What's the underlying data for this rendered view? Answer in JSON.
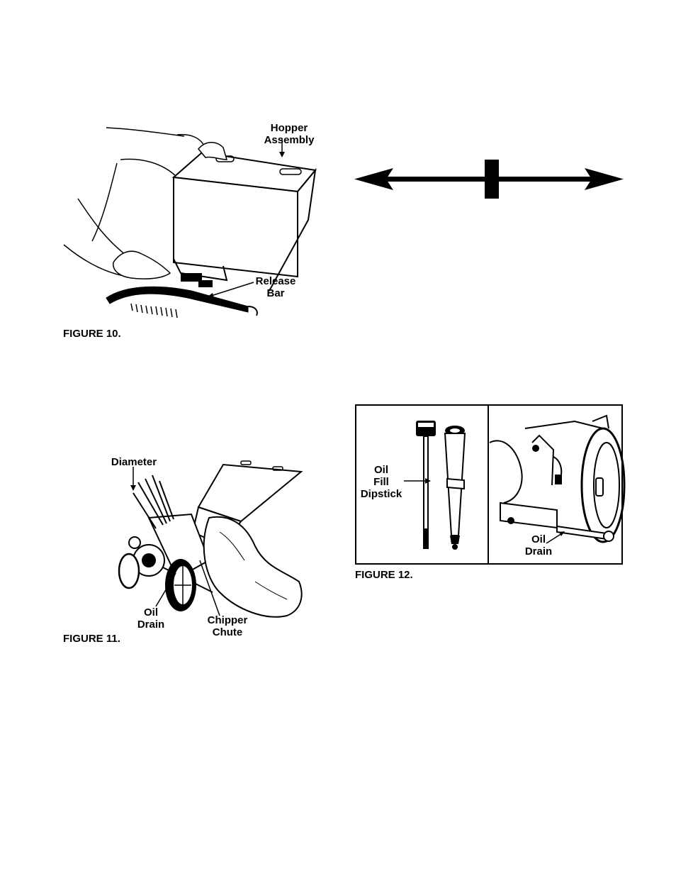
{
  "figures": {
    "fig10": {
      "caption": "FIGURE 10.",
      "labels": {
        "hopper_line1": "Hopper",
        "hopper_line2": "Assembly",
        "release_line1": "Release",
        "release_line2": "Bar"
      }
    },
    "fig11": {
      "caption": "FIGURE 11.",
      "labels": {
        "diameter": "Diameter",
        "oil_line1": "Oil",
        "oil_line2": "Drain",
        "chute_line1": "Chipper",
        "chute_line2": "Chute"
      }
    },
    "fig12": {
      "caption": "FIGURE 12.",
      "labels": {
        "dipstick_line1": "Oil",
        "dipstick_line2": "Fill",
        "dipstick_line3": "Dipstick",
        "oil_line1": "Oil",
        "oil_line2": "Drain"
      }
    }
  },
  "colors": {
    "ink": "#000000",
    "paper": "#ffffff"
  },
  "icons": {
    "crosshair": "double-arrow-crosshair-icon"
  }
}
